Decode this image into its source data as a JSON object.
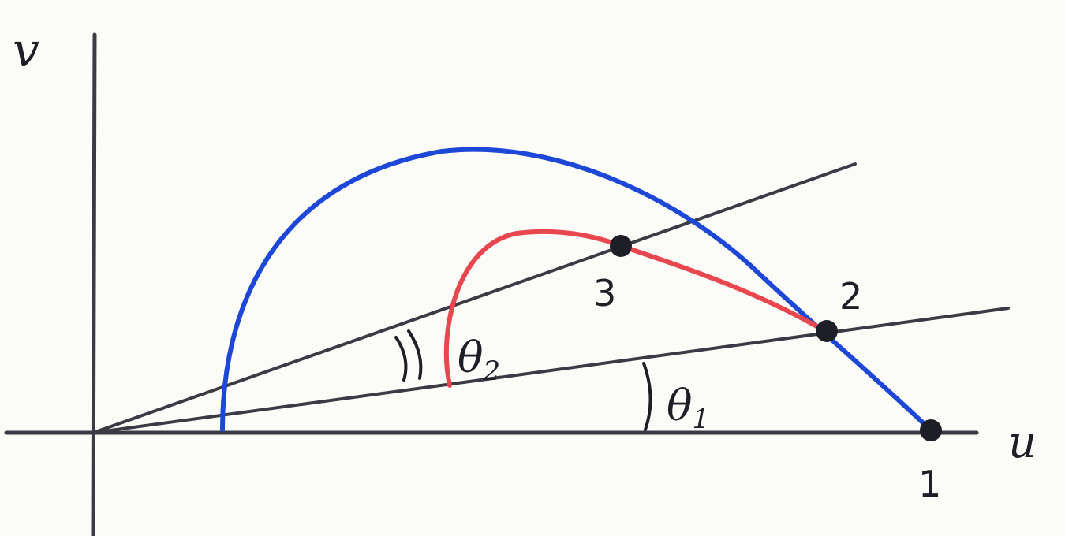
{
  "diagram": {
    "axes": {
      "vertical_label": "v",
      "horizontal_label": "u"
    },
    "angles": {
      "theta1": {
        "symbol": "θ",
        "subscript": "1"
      },
      "theta2": {
        "symbol": "θ",
        "subscript": "2"
      }
    },
    "points": [
      {
        "label": "1"
      },
      {
        "label": "2"
      },
      {
        "label": "3"
      }
    ],
    "colors": {
      "ink": "#1e1f26",
      "line": "#3a3b44",
      "blue_curve": "#1d47d6",
      "red_curve": "#e8474f",
      "paper": "#fbfbf8"
    }
  }
}
